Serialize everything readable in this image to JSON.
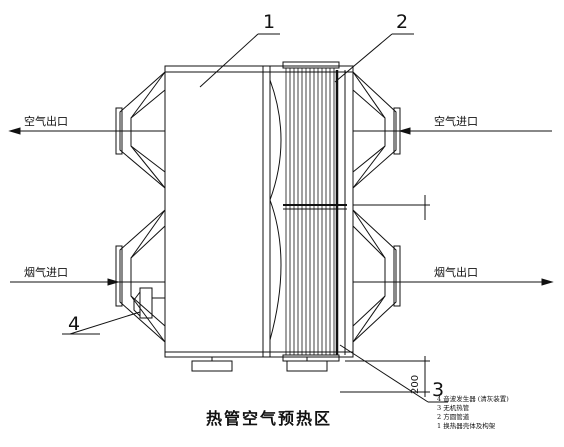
{
  "callouts": {
    "n1": "1",
    "n2": "2",
    "n3": "3",
    "n4": "4"
  },
  "flows": {
    "air_outlet": "空气出口",
    "air_inlet": "空气进口",
    "flue_inlet": "烟气进口",
    "flue_outlet": "烟气出口"
  },
  "dimension": "200",
  "legend": [
    "4 音波发生器 (清灰装置)",
    "3 无机热管",
    "2 方圆管道",
    "1 换热器壳体及构架"
  ],
  "title": "热管空气预热区"
}
